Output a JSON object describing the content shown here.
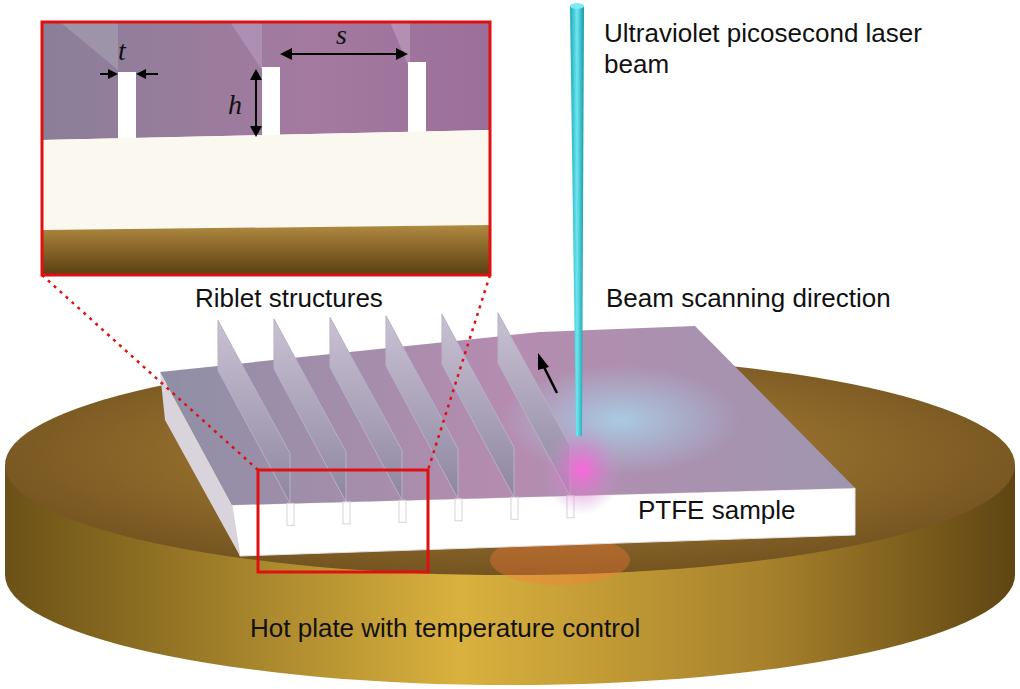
{
  "diagram": {
    "labels": [
      "t",
      "s",
      "h",
      "Ultraviolet picosecond laser beam",
      "Riblet structures",
      "Beam scanning direction",
      "PTFE sample",
      "Hot plate with temperature control"
    ]
  }
}
